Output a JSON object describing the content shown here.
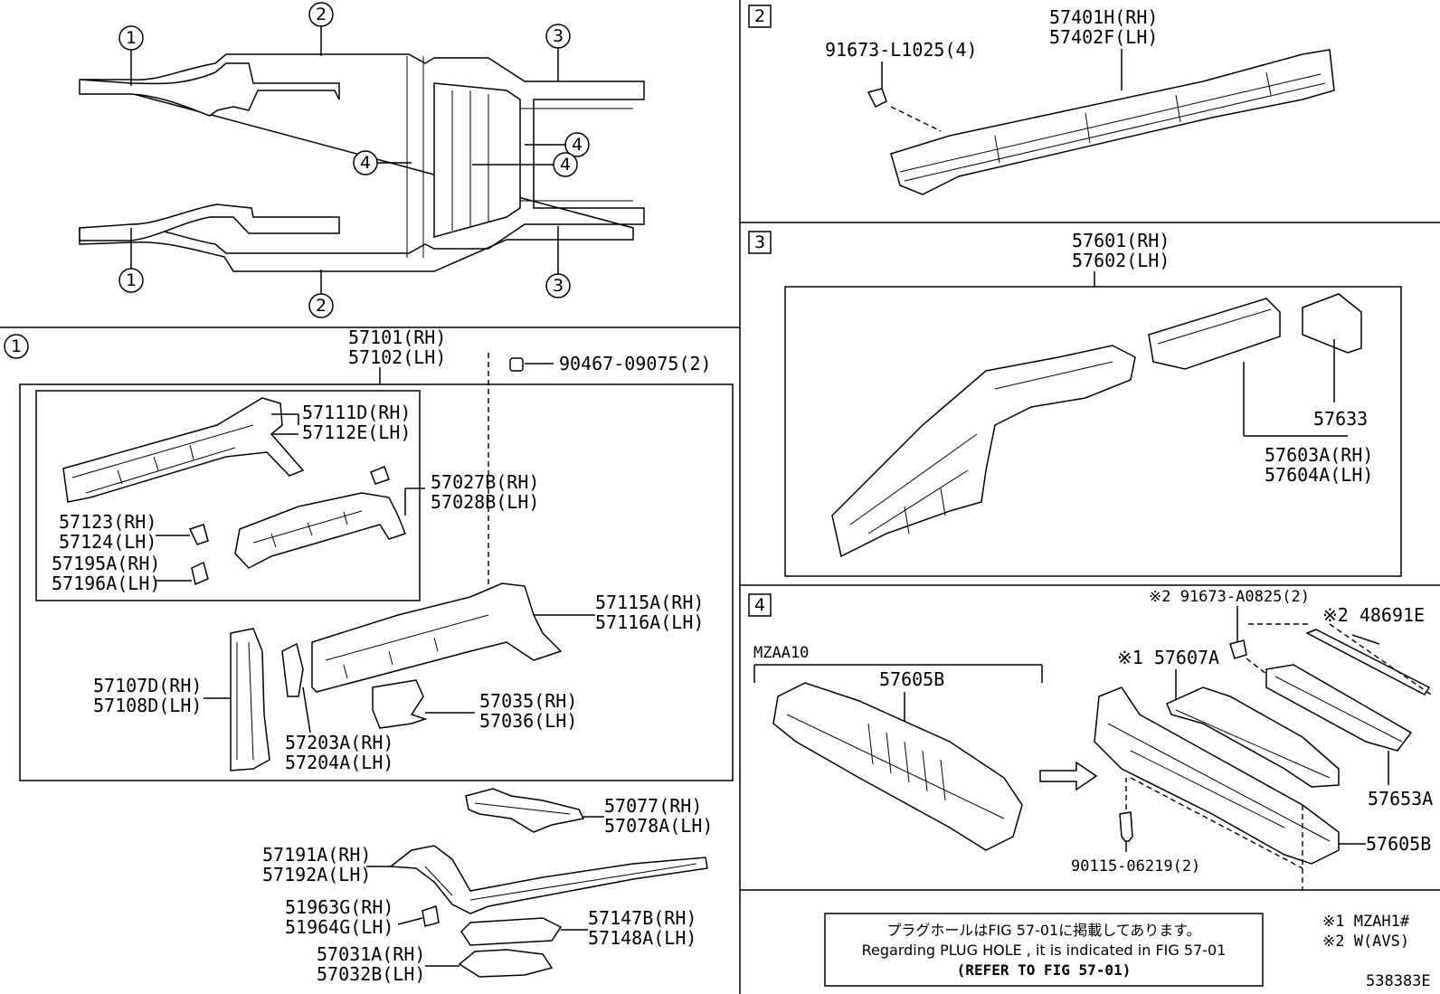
{
  "overview": {
    "circle_labels": [
      "1",
      "2",
      "3",
      "4"
    ]
  },
  "section1": {
    "id": "1",
    "main_rh": "57101(RH)",
    "main_lh": "57102(LH)",
    "clip": "90467-09075(2)",
    "p57111": "57111D(RH)",
    "p57112": "57112E(LH)",
    "p57027": "57027B(RH)",
    "p57028": "57028B(LH)",
    "p57123": "57123(RH)",
    "p57124": "57124(LH)",
    "p57195": "57195A(RH)",
    "p57196": "57196A(LH)",
    "p57115": "57115A(RH)",
    "p57116": "57116A(LH)",
    "p57107": "57107D(RH)",
    "p57108": "57108D(LH)",
    "p57035": "57035(RH)",
    "p57036": "57036(LH)",
    "p57203": "57203A(RH)",
    "p57204": "57204A(LH)",
    "p57077": "57077(RH)",
    "p57078": "57078A(LH)",
    "p57191": "57191A(RH)",
    "p57192": "57192A(LH)",
    "p51963": "51963G(RH)",
    "p51964": "51964G(LH)",
    "p57147": "57147B(RH)",
    "p57148": "57148A(LH)",
    "p57031": "57031A(RH)",
    "p57032": "57032B(LH)"
  },
  "section2": {
    "id": "2",
    "bolt": "91673-L1025(4)",
    "rh": "57401H(RH)",
    "lh": "57402F(LH)"
  },
  "section3": {
    "id": "3",
    "rh": "57601(RH)",
    "lh": "57602(LH)",
    "p57633": "57633",
    "p57603": "57603A(RH)",
    "p57604": "57604A(LH)"
  },
  "section4": {
    "id": "4",
    "bolt_top": "※2 91673-A0825(2)",
    "p48691": "※2 48691E",
    "p57607": "※1 57607A",
    "variant": "MZAA10",
    "p57605_left": "57605B",
    "p57653": "57653A",
    "p57605_right": "57605B",
    "bolt_bottom": "90115-06219(2)"
  },
  "notice": {
    "jp": "プラグホールはFIG 57-01に掲載してあります。",
    "en": "Regarding PLUG HOLE , it is indicated in FIG 57-01",
    "ref": "(REFER TO FIG 57-01)"
  },
  "footnotes": {
    "n1": "※1 MZAH1#",
    "n2": "※2 W(AVS)"
  },
  "figure_id": "538383E"
}
